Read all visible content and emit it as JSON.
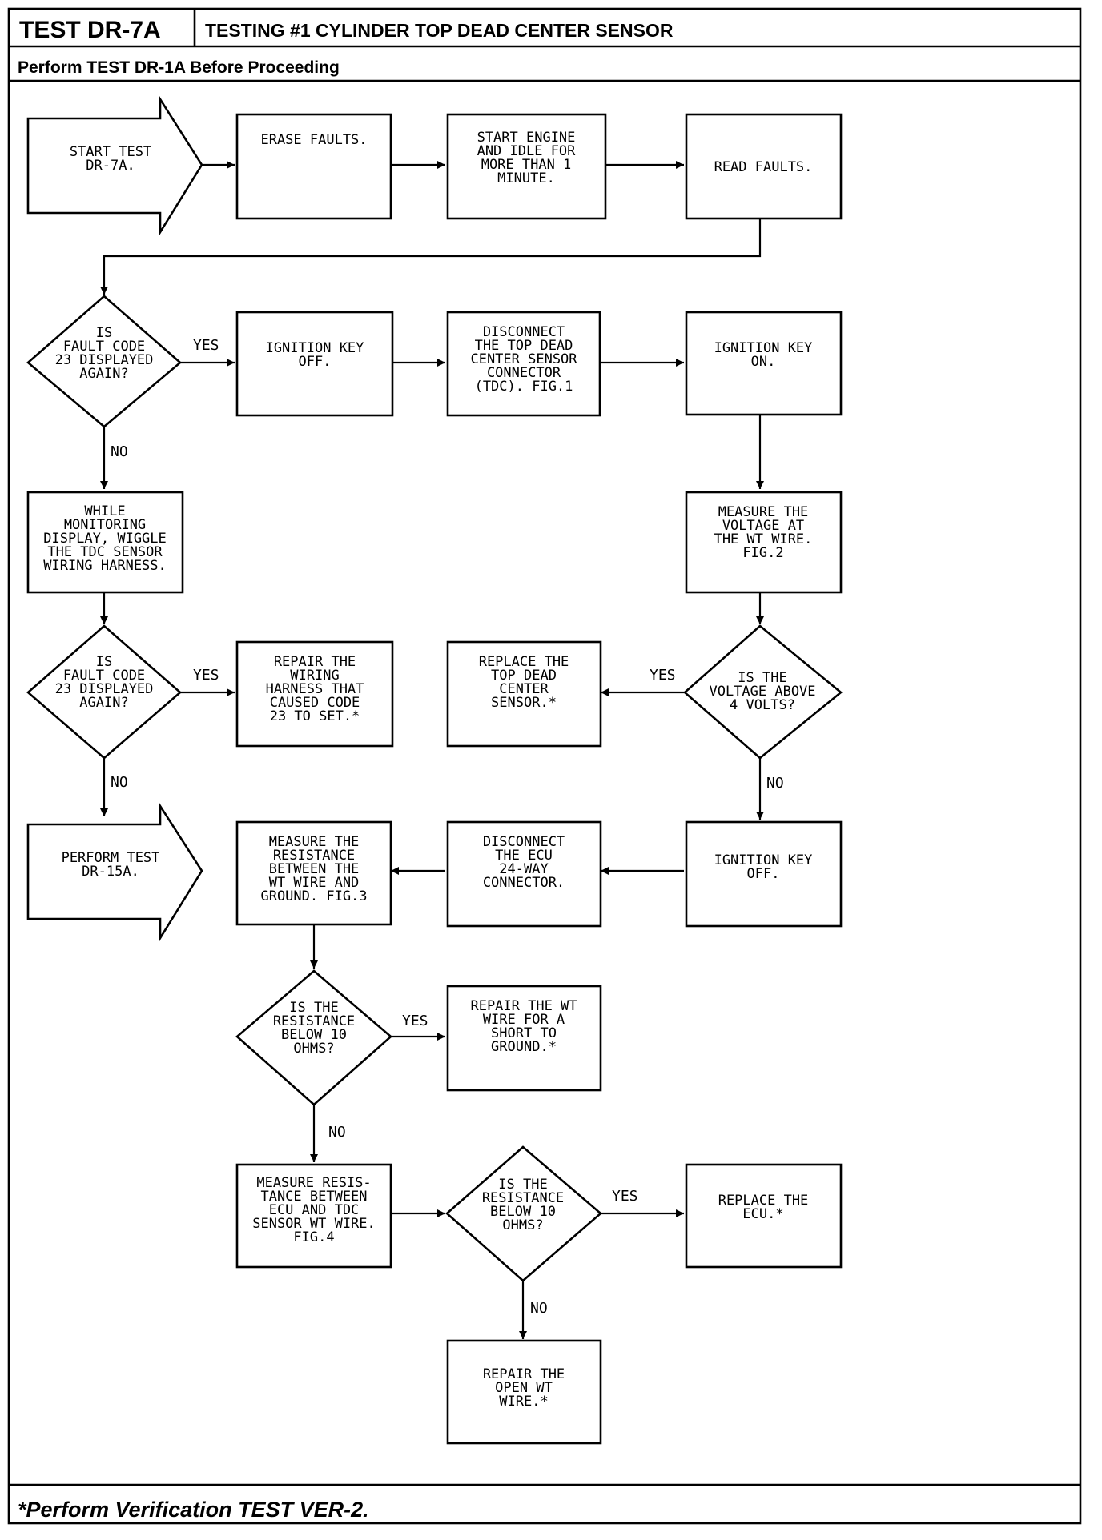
{
  "header": {
    "test_id": "TEST DR-7A",
    "title": "TESTING #1 CYLINDER TOP DEAD CENTER SENSOR",
    "prerequisite": "Perform TEST DR-1A Before Proceeding"
  },
  "footer": {
    "note": "*Perform Verification TEST VER-2."
  },
  "flowchart": {
    "start": [
      "START TEST",
      "DR-7A."
    ],
    "erase_faults": [
      "ERASE FAULTS."
    ],
    "start_engine": [
      "START ENGINE",
      "AND IDLE FOR",
      "MORE THAN 1",
      "MINUTE."
    ],
    "read_faults": [
      "READ FAULTS."
    ],
    "fault_code_q1": [
      "IS",
      "FAULT CODE",
      "23 DISPLAYED",
      "AGAIN?"
    ],
    "ignition_off_1": [
      "IGNITION KEY",
      "OFF."
    ],
    "disconnect_tdc": [
      "DISCONNECT",
      "THE TOP DEAD",
      "CENTER SENSOR",
      "CONNECTOR",
      "(TDC). FIG.1"
    ],
    "ignition_on": [
      "IGNITION KEY",
      "ON."
    ],
    "wiggle_harness": [
      "WHILE",
      "MONITORING",
      "DISPLAY, WIGGLE",
      "THE TDC SENSOR",
      "WIRING HARNESS."
    ],
    "measure_voltage": [
      "MEASURE THE",
      "VOLTAGE AT",
      "THE WT WIRE.",
      "",
      "FIG.2"
    ],
    "fault_code_q2": [
      "IS",
      "FAULT CODE",
      "23 DISPLAYED",
      "AGAIN?"
    ],
    "repair_harness": [
      "REPAIR THE",
      "WIRING",
      "HARNESS THAT",
      "CAUSED CODE",
      "23 TO SET.*"
    ],
    "replace_tdc": [
      "REPLACE THE",
      "TOP DEAD",
      "CENTER",
      "SENSOR.*"
    ],
    "voltage_q": [
      "IS THE",
      "VOLTAGE ABOVE",
      "4 VOLTS?"
    ],
    "perform_15a": [
      "PERFORM TEST",
      "DR-15A."
    ],
    "measure_res_ground": [
      "MEASURE THE",
      "RESISTANCE",
      "BETWEEN THE",
      "WT WIRE AND",
      "GROUND. FIG.3"
    ],
    "disconnect_ecu": [
      "DISCONNECT",
      "THE ECU",
      "24-WAY",
      "CONNECTOR."
    ],
    "ignition_off_2": [
      "IGNITION KEY",
      "OFF."
    ],
    "resistance_q1": [
      "IS THE",
      "RESISTANCE",
      "BELOW 10",
      "OHMS?"
    ],
    "repair_short": [
      "REPAIR THE WT",
      "WIRE FOR A",
      "SHORT TO",
      "GROUND.*"
    ],
    "measure_res_ecu": [
      "MEASURE RESIS-",
      "TANCE BETWEEN",
      "ECU AND TDC",
      "SENSOR WT WIRE.",
      "FIG.4"
    ],
    "resistance_q2": [
      "IS THE",
      "RESISTANCE",
      "BELOW 10",
      "OHMS?"
    ],
    "replace_ecu": [
      "REPLACE THE",
      "ECU.*"
    ],
    "repair_open": [
      "REPAIR THE",
      "OPEN WT",
      "WIRE.*"
    ],
    "labels": {
      "yes": "YES",
      "no": "NO"
    }
  }
}
